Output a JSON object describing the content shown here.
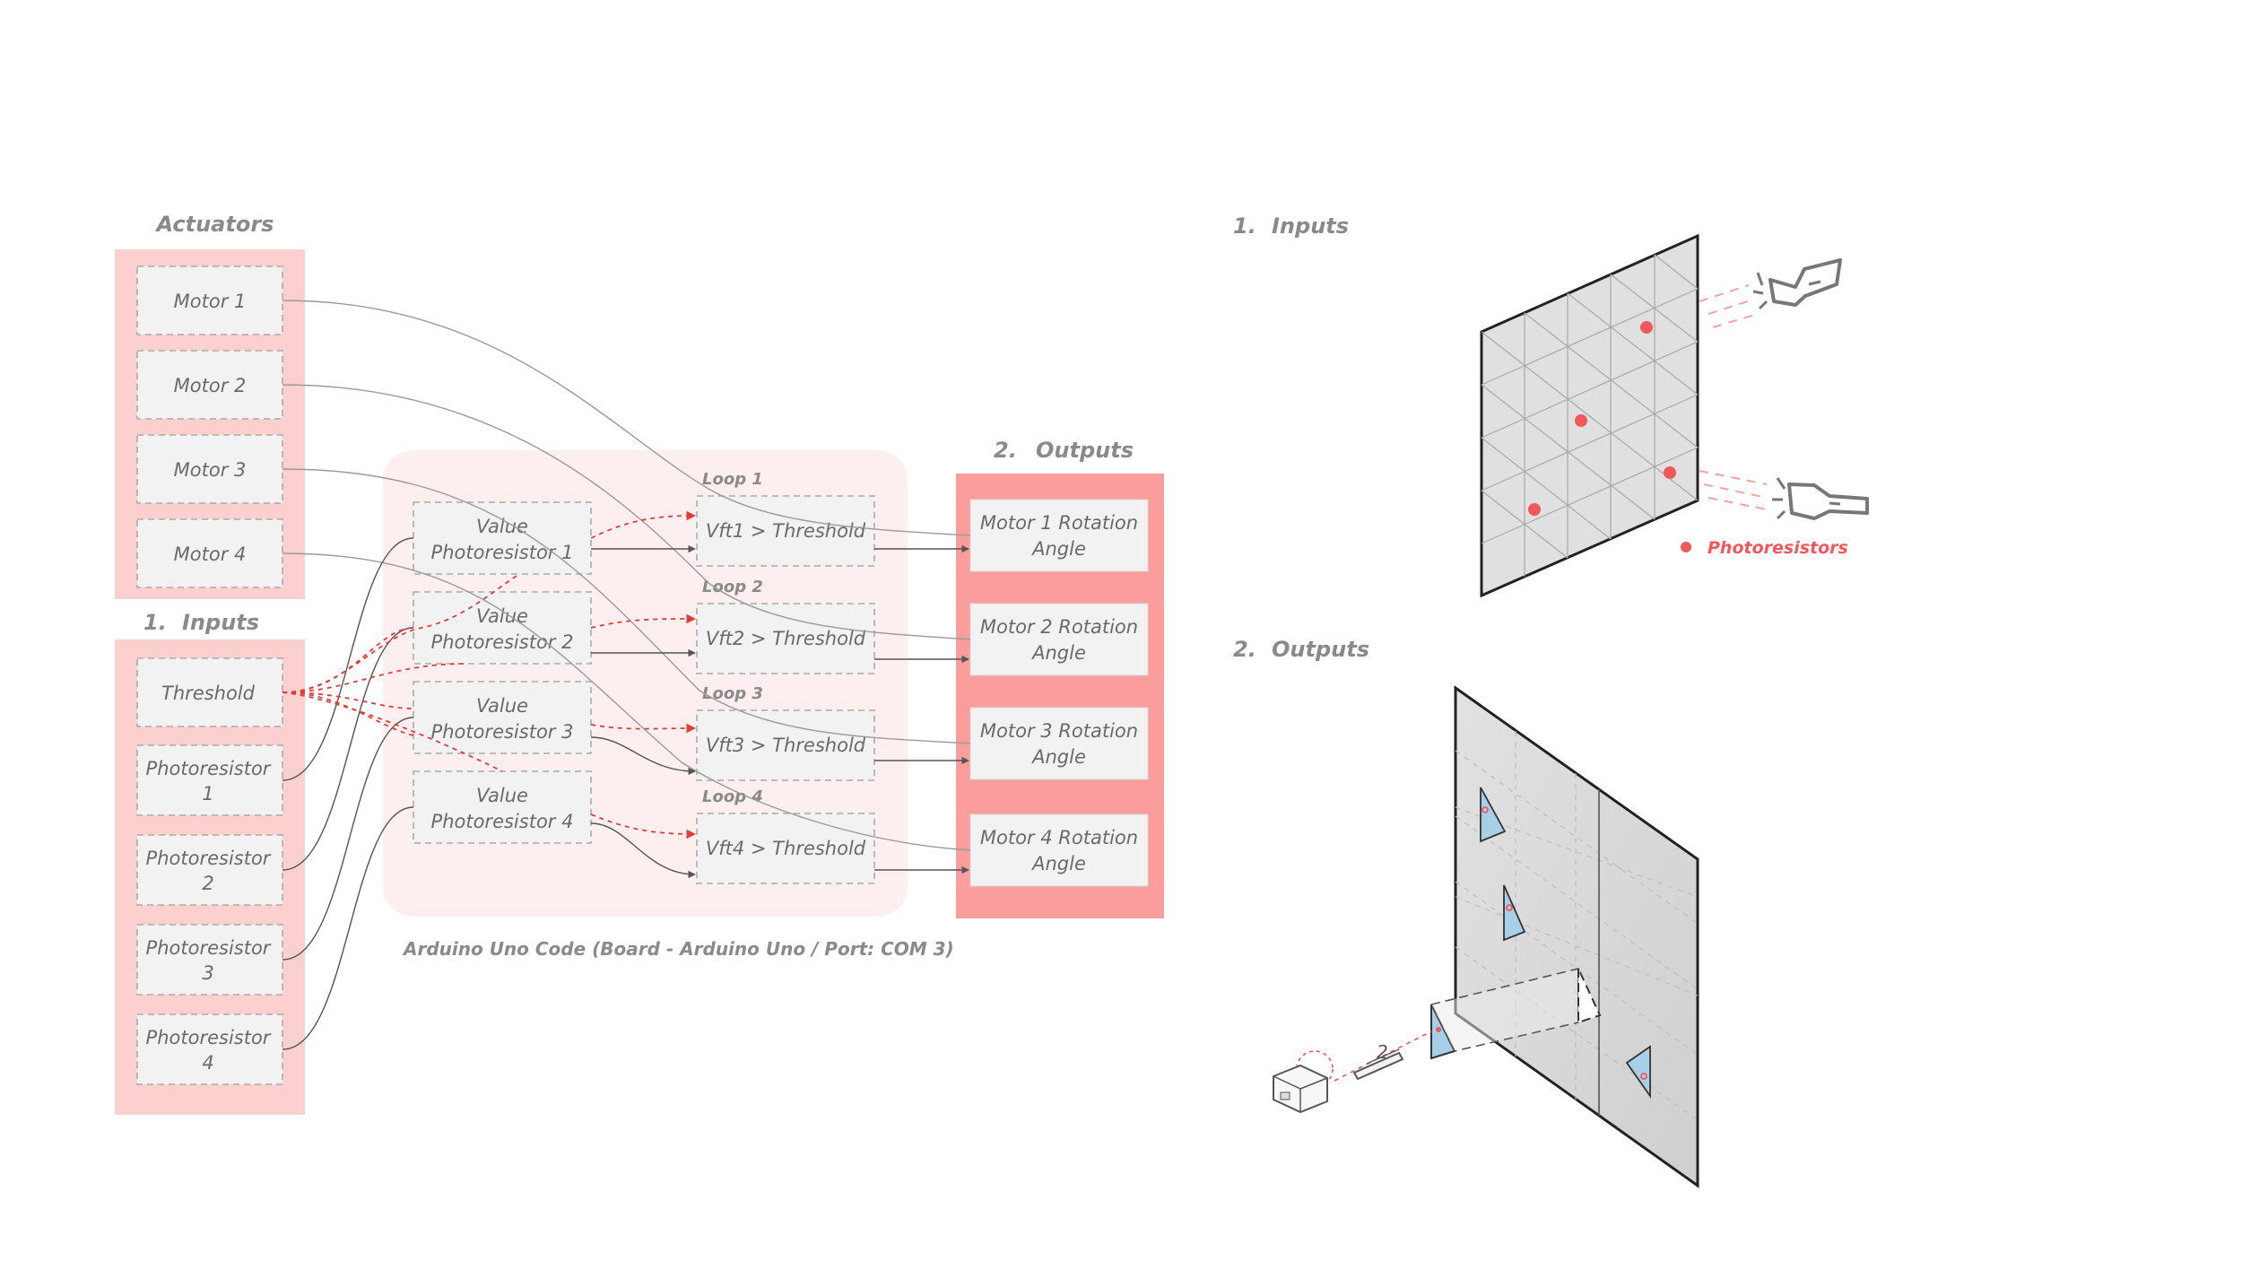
{
  "left": {
    "actuators": {
      "title": "Actuators",
      "items": [
        "Motor 1",
        "Motor 2",
        "Motor 3",
        "Motor 4"
      ]
    },
    "inputs": {
      "number": "1.",
      "title": "Inputs",
      "threshold": "Threshold",
      "photoresistors": [
        [
          "Photoresistor",
          "1"
        ],
        [
          "Photoresistor",
          "2"
        ],
        [
          "Photoresistor",
          "3"
        ],
        [
          "Photoresistor",
          "4"
        ]
      ]
    },
    "code": {
      "caption": "Arduino Uno Code (Board - Arduino Uno / Port: COM 3)",
      "values": [
        [
          "Value",
          "Photoresistor 1"
        ],
        [
          "Value",
          "Photoresistor 2"
        ],
        [
          "Value",
          "Photoresistor 3"
        ],
        [
          "Value",
          "Photoresistor 4"
        ]
      ],
      "loops": [
        {
          "label": "Loop 1",
          "check": "Vft1 > Threshold"
        },
        {
          "label": "Loop 2",
          "check": "Vft2 > Threshold"
        },
        {
          "label": "Loop 3",
          "check": "Vft3 > Threshold"
        },
        {
          "label": "Loop 4",
          "check": "Vft4 > Threshold"
        }
      ]
    },
    "outputs": {
      "number": "2.",
      "title": "Outputs",
      "items": [
        [
          "Motor 1 Rotation",
          "Angle"
        ],
        [
          "Motor 2 Rotation",
          "Angle"
        ],
        [
          "Motor 3 Rotation",
          "Angle"
        ],
        [
          "Motor 4 Rotation",
          "Angle"
        ]
      ]
    }
  },
  "right": {
    "inputs": {
      "number": "1.",
      "title": "Inputs",
      "legend": "Photoresistors"
    },
    "outputs": {
      "number": "2.",
      "title": "Outputs",
      "dimension": "2"
    }
  },
  "colors": {
    "panel_pink": "#fdd0d0",
    "code_area": "#fdefef",
    "outputs_panel": "#fb9d9d",
    "accent_red": "#f0585c",
    "box_fill": "#f2f2f2",
    "label_gray": "#8a8a8a"
  }
}
